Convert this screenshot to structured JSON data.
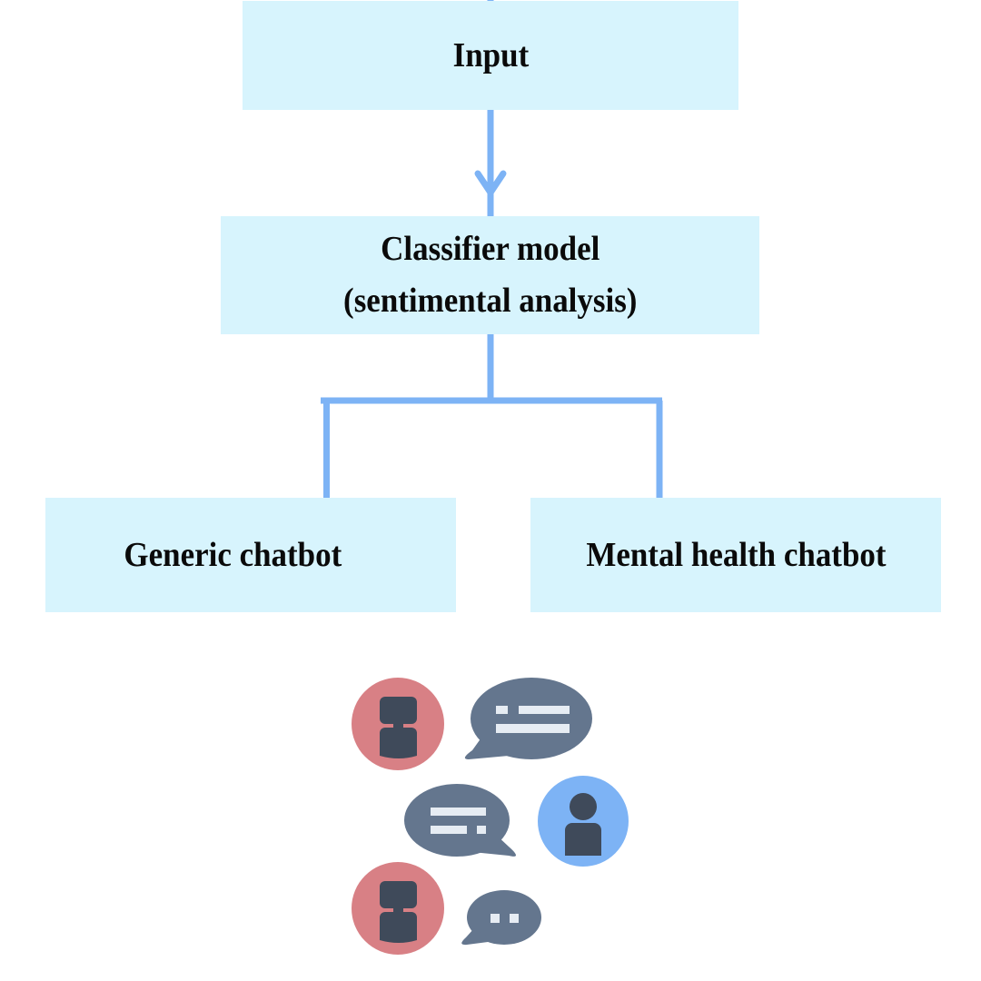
{
  "diagram": {
    "type": "flowchart",
    "nodes": {
      "input": {
        "label": "Input"
      },
      "classifier": {
        "label": "Classifier model\n(sentimental analysis)"
      },
      "generic": {
        "label": "Generic chatbot"
      },
      "mental": {
        "label": "Mental health chatbot"
      }
    },
    "edges": [
      {
        "from": "input",
        "to": "classifier",
        "style": "arrow"
      },
      {
        "from": "classifier",
        "to": "generic",
        "style": "branch"
      },
      {
        "from": "classifier",
        "to": "mental",
        "style": "branch"
      }
    ]
  },
  "illustration": {
    "name": "chat-conversation",
    "messages": [
      {
        "speaker": "bot",
        "avatar_icon": "robot-icon",
        "bubble_icon": "speech-bubble-text-icon"
      },
      {
        "speaker": "user",
        "avatar_icon": "user-icon",
        "bubble_icon": "speech-bubble-text-icon"
      },
      {
        "speaker": "bot",
        "avatar_icon": "robot-icon",
        "bubble_icon": "speech-bubble-typing-icon"
      }
    ]
  },
  "colors": {
    "box_fill": "#d7f4fd",
    "connector": "#7db3f5",
    "bot_avatar": "#d88085",
    "user_avatar": "#7db3f5",
    "figure_dark": "#3f4a5a",
    "bubble": "#64768e",
    "bubble_lines": "#e6ecf3"
  }
}
